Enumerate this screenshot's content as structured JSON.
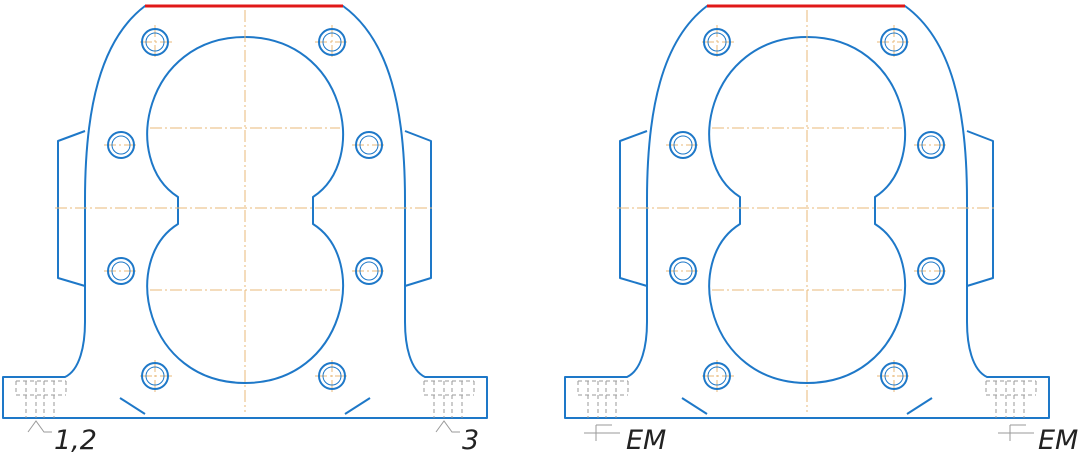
{
  "colors": {
    "outline": "#1e78c8",
    "highlight_edge": "#e01818",
    "centerline": "#e8b878",
    "hidden_line": "#9a9a9a",
    "text": "#222222"
  },
  "views": [
    {
      "left_label": "1,2",
      "right_label": "3",
      "symbol": "arrow-mark"
    },
    {
      "left_label": "ЕМ",
      "right_label": "ЕМ",
      "symbol": "hatched-mark"
    }
  ]
}
